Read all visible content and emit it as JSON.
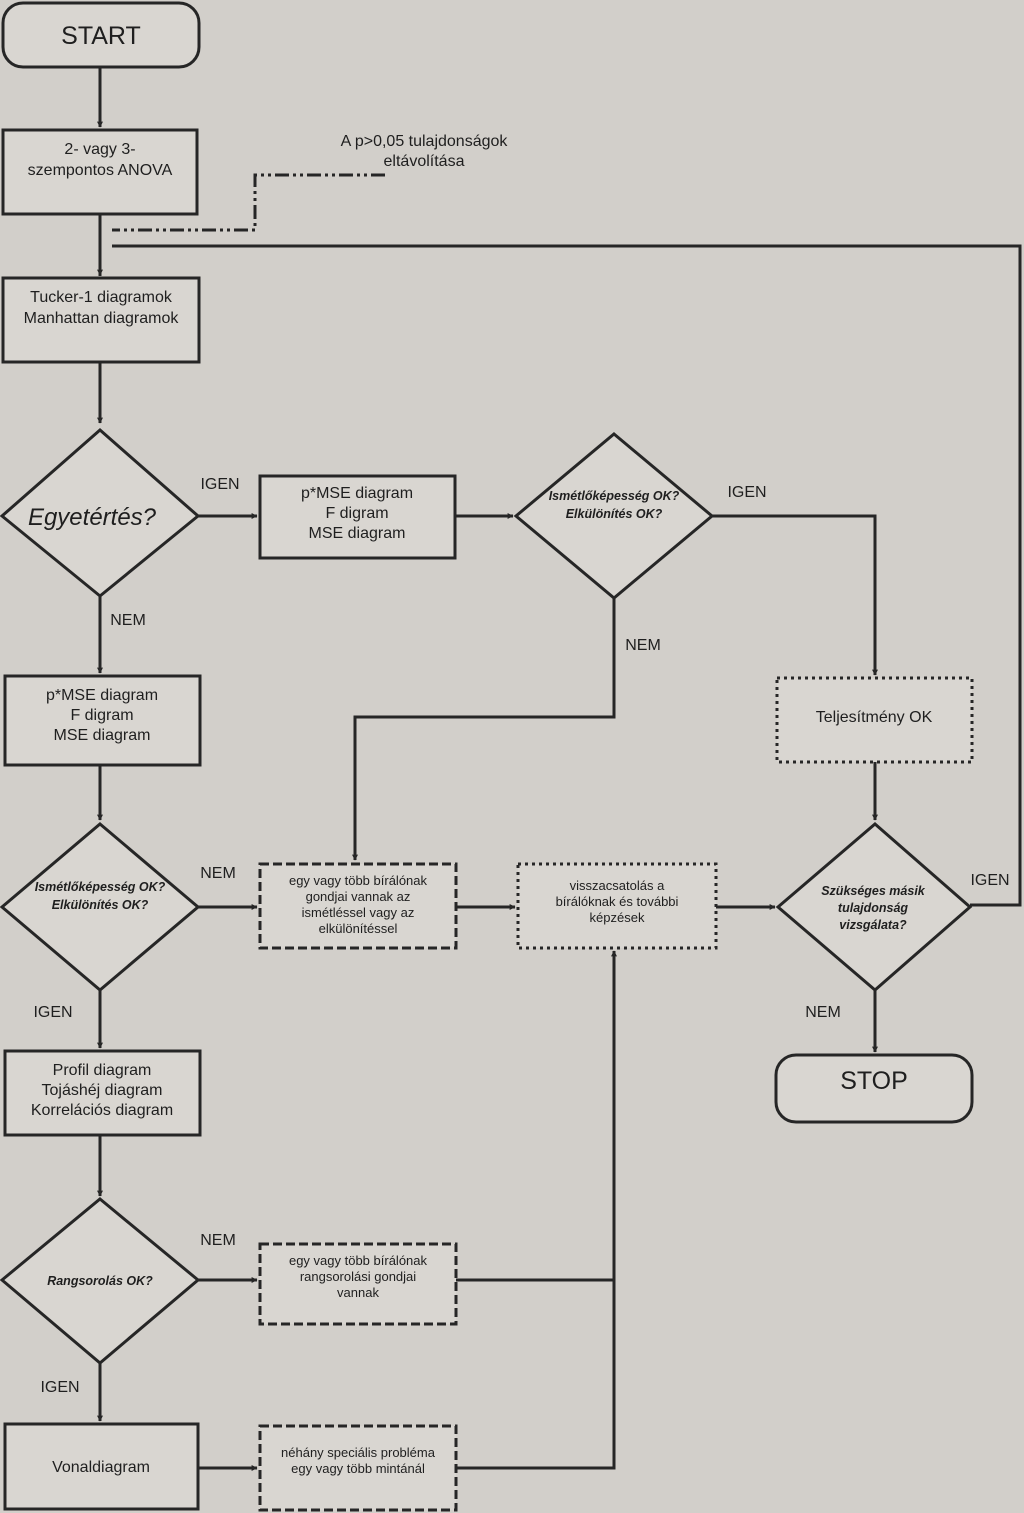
{
  "nodes": {
    "start": "START",
    "anova": [
      "2- vagy 3-",
      "szempontos ANOVA"
    ],
    "remove_note": [
      "A p>0,05 tulajdonságok",
      "eltávolítása"
    ],
    "tucker": [
      "Tucker-1 diagramok",
      "Manhattan diagramok"
    ],
    "egyetertes": "Egyetértés?",
    "mse_top": [
      "p*MSE diagram",
      "F digram",
      "MSE diagram"
    ],
    "ism_top": [
      "Ismétlőképesség OK?",
      "Elkülönítés OK?"
    ],
    "mse_left": [
      "p*MSE diagram",
      "F digram",
      "MSE diagram"
    ],
    "teljesitmeny": "Teljesítmény OK",
    "ism_left": [
      "Ismétlőképesség OK?",
      "Elkülönítés OK?"
    ],
    "problem_ism": [
      "egy vagy több bírálónak",
      "gondjai vannak az",
      "ismétléssel vagy az",
      "elkülönítéssel"
    ],
    "feedback": [
      "visszacsatolás a",
      "bírálóknak és további",
      "képzések"
    ],
    "szukseges": [
      "Szükséges másik",
      "tulajdonság",
      "vizsgálata?"
    ],
    "stop": "STOP",
    "profil": [
      "Profil diagram",
      "Tojáshéj diagram",
      "Korrelációs diagram"
    ],
    "rangsor": "Rangsorolás OK?",
    "problem_rank": [
      "egy vagy több bírálónak",
      "rangsorolási gondjai",
      "vannak"
    ],
    "vonal": "Vonaldiagram",
    "problem_special": [
      "néhány speciális probléma",
      "egy vagy több mintánál"
    ]
  },
  "labels": {
    "igen": "IGEN",
    "nem": "NEM"
  },
  "colors": {
    "paper": "#d2cfca",
    "box_fill": "#d9d6d1",
    "ink": "#262626"
  }
}
